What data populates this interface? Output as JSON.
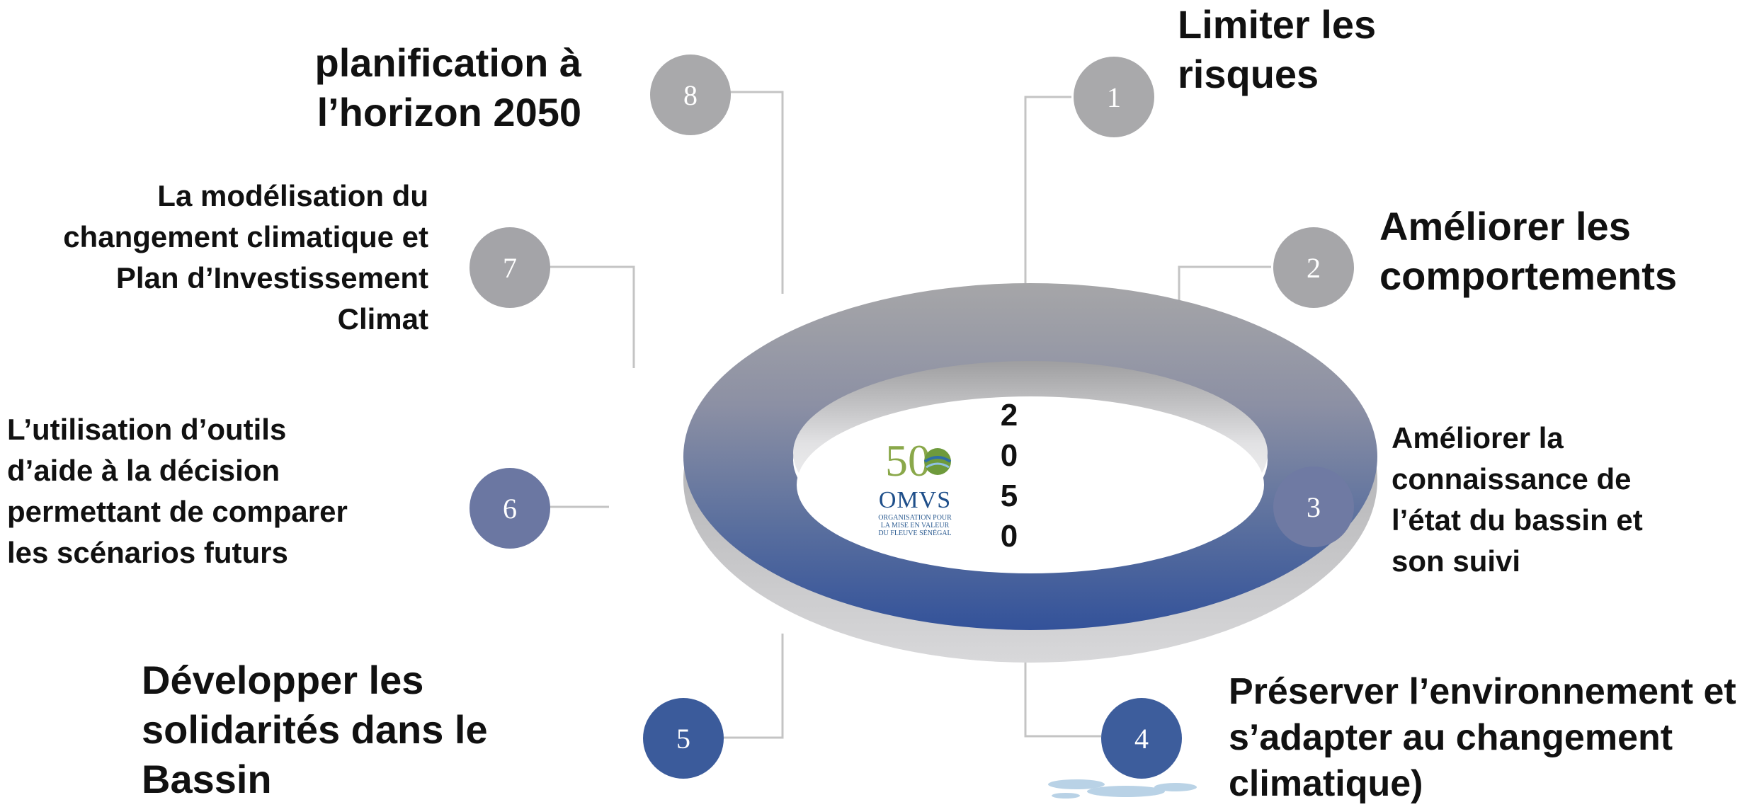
{
  "center": {
    "year_digits": [
      "2",
      "0",
      "5",
      "0"
    ],
    "logo": {
      "anniversary": "50",
      "name": "OMVS",
      "subtitle": "ORGANISATION POUR\nLA MISE EN VALEUR\nDU FLEUVE SÉNÉGAL"
    }
  },
  "steps": [
    {
      "number": "1",
      "label": "Limiter les\nrisques"
    },
    {
      "number": "2",
      "label": "Améliorer les\ncomportements"
    },
    {
      "number": "3",
      "label": "Améliorer la\nconnaissance de\nl’état du bassin et\nson suivi"
    },
    {
      "number": "4",
      "label": "Préserver l’environnement et\ns’adapter au changement\nclimatique)"
    },
    {
      "number": "5",
      "label": "Développer les\nsolidarités dans le\nBassin"
    },
    {
      "number": "6",
      "label": "L’utilisation d’outils\nd’aide à la décision\npermettant de comparer\nles scénarios futurs"
    },
    {
      "number": "7",
      "label": "La modélisation du\nchangement climatique et\nPlan d’Investissement\nClimat"
    },
    {
      "number": "8",
      "label": "planification à\nl’horizon 2050"
    }
  ],
  "colors": {
    "badge_gray": "#a9a9ab",
    "badge_slate": "#7c85a6",
    "badge_blue": "#3b5b9b",
    "ring_top": "#a4a4a6",
    "ring_bottom": "#34539a",
    "ring_side": "#c9c9cb"
  }
}
